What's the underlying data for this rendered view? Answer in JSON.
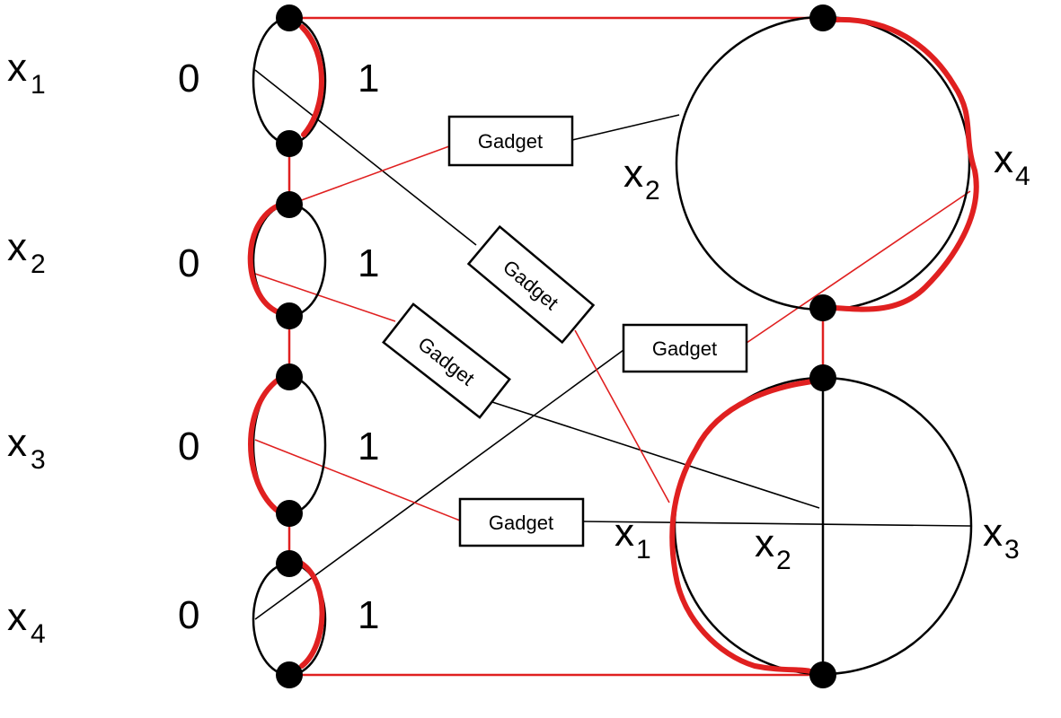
{
  "variables": {
    "x1": {
      "base": "x",
      "sub": "1"
    },
    "x2": {
      "base": "x",
      "sub": "2"
    },
    "x3": {
      "base": "x",
      "sub": "3"
    },
    "x4": {
      "base": "x",
      "sub": "4"
    }
  },
  "bits": {
    "zero": "0",
    "one": "1"
  },
  "gadget_label": "Gadget",
  "colors": {
    "highlight": "#e02020",
    "edge": "#000000",
    "background": "#ffffff"
  }
}
